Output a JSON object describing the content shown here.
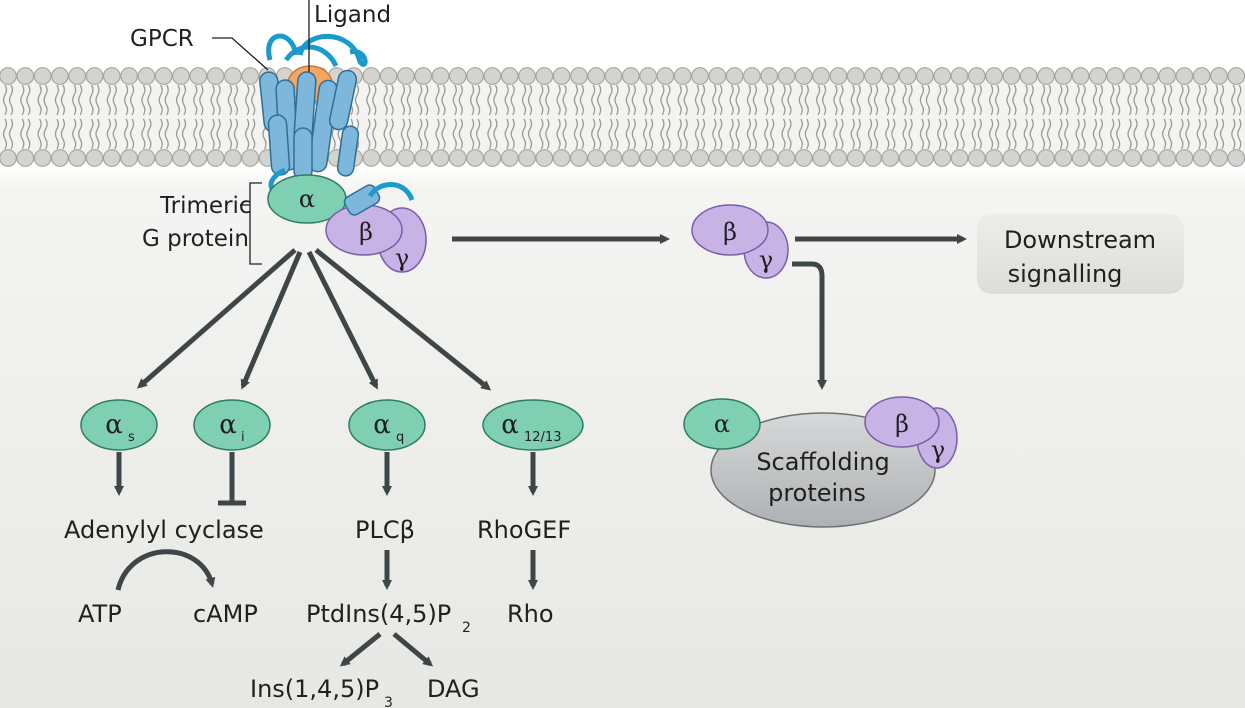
{
  "labels": {
    "gpcr": "GPCR",
    "ligand": "Ligand",
    "trimeric_line1": "Trimeric",
    "trimeric_line2": "G protein",
    "downstream_line1": "Downstream",
    "downstream_line2": "signalling",
    "scaffold_line1": "Scaffolding",
    "scaffold_line2": "proteins"
  },
  "subunits": {
    "alpha": "α",
    "beta": "β",
    "gamma": "γ"
  },
  "alpha_subtypes": [
    {
      "symbol": "α",
      "sub": "s"
    },
    {
      "symbol": "α",
      "sub": "i"
    },
    {
      "symbol": "α",
      "sub": "q"
    },
    {
      "symbol": "α",
      "sub": "12/13"
    }
  ],
  "effectors": {
    "adenylyl_cyclase": "Adenylyl cyclase",
    "atp": "ATP",
    "camp": "cAMP",
    "plcb": "PLCβ",
    "pip2": "PtdIns(4,5)P",
    "pip2_sub": "2",
    "ip3": "Ins(1,4,5)P",
    "ip3_sub": "3",
    "dag": "DAG",
    "rhogef": "RhoGEF",
    "rho": "Rho"
  },
  "colors": {
    "alpha_fill": "#7fcfb2",
    "alpha_stroke": "#2e7d62",
    "beta_gamma_fill": "#c8b3e6",
    "beta_gamma_stroke": "#7a5ea8",
    "receptor_fill": "#7db8dc",
    "receptor_loop": "#1a9bcc",
    "ligand_fill": "#f4a764",
    "membrane_head": "#d3d3cf",
    "scaffold_fill": "#c7c9ca",
    "arrow": "#3f4647",
    "downstream_box": "#e3e3df"
  }
}
